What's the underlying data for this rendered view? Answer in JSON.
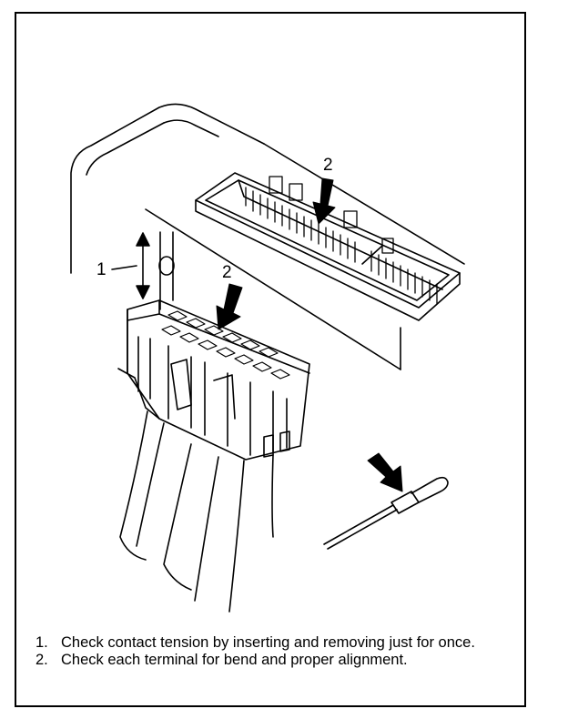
{
  "callouts": {
    "item1": "1",
    "item2_connector": "2",
    "item2_socket": "2"
  },
  "notes": [
    {
      "num": "1.",
      "text": "Check contact tension by inserting and removing just for once."
    },
    {
      "num": "2.",
      "text": "Check each terminal for bend and proper alignment."
    }
  ],
  "colors": {
    "line": "#000000",
    "background": "#ffffff"
  },
  "icons": {
    "arrow": "thick-arrow-icon",
    "motion": "double-headed-arrow-icon",
    "probe": "test-probe-icon"
  }
}
